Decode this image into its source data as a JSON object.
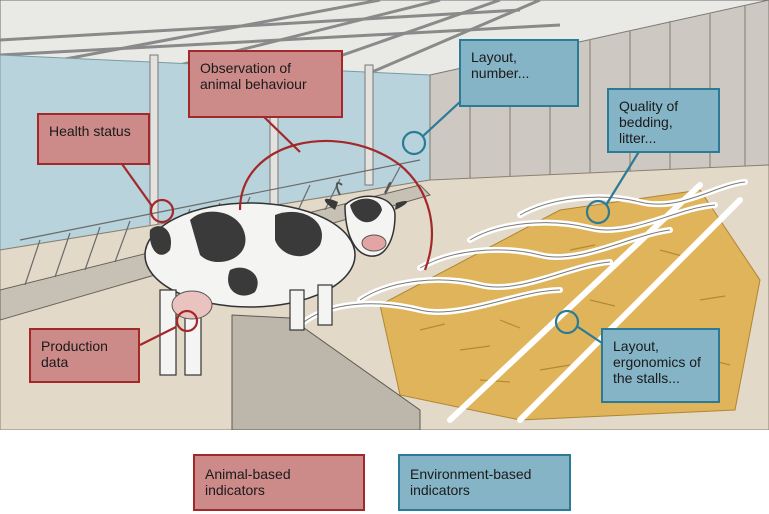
{
  "colors": {
    "animal_fill": "#cc8a89",
    "animal_border": "#a3282a",
    "env_fill": "#86b4c7",
    "env_border": "#2b7a96"
  },
  "callouts": {
    "observation": "Observation of animal behaviour",
    "health": "Health status",
    "production": "Production data",
    "layout_number": "Layout, number...",
    "bedding": "Quality of bedding, litter...",
    "stalls": "Layout, ergonomics of the stalls..."
  },
  "legend": {
    "animal": "Animal-based indicators",
    "environment": "Environment-based indicators"
  },
  "icons": [
    "cow-illustration",
    "barn-illustration",
    "straw-bedding-illustration",
    "stall-divider-illustration"
  ]
}
